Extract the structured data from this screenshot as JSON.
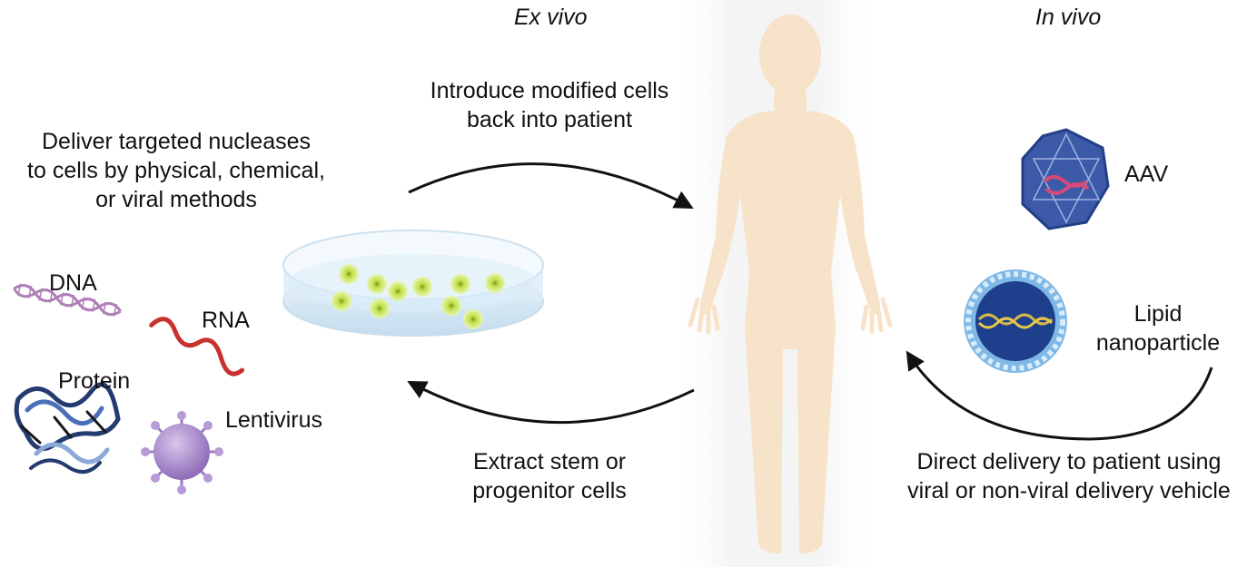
{
  "headings": {
    "ex_vivo": "Ex vivo",
    "in_vivo": "In vivo"
  },
  "captions": {
    "deliver": "Deliver targeted nucleases\nto cells by physical, chemical,\nor viral methods",
    "introduce": "Introduce modified cells\nback into patient",
    "extract": "Extract stem or\nprogenitor cells",
    "direct": "Direct delivery to patient using\nviral or non-viral delivery vehicle"
  },
  "items": {
    "dna": "DNA",
    "rna": "RNA",
    "protein": "Protein",
    "lentivirus": "Lentivirus",
    "aav": "AAV",
    "lipid": "Lipid\nnanoparticle"
  },
  "icons": [
    "dna-helix-icon",
    "rna-strand-icon",
    "protein-structure-icon",
    "lentivirus-icon",
    "petri-dish-icon",
    "human-body-icon",
    "aav-capsid-icon",
    "lipid-nanoparticle-icon"
  ],
  "colors": {
    "body": "#f7e3c9",
    "dna": "#b07fb8",
    "rna": "#c8322e",
    "lentivirus": "#a98bc9",
    "aav": "#3c5aa8",
    "lipid_core": "#1d3f8c",
    "lipid_shell": "#7fb8e6",
    "cells": "#a8cc3c",
    "arrow": "#111111"
  }
}
